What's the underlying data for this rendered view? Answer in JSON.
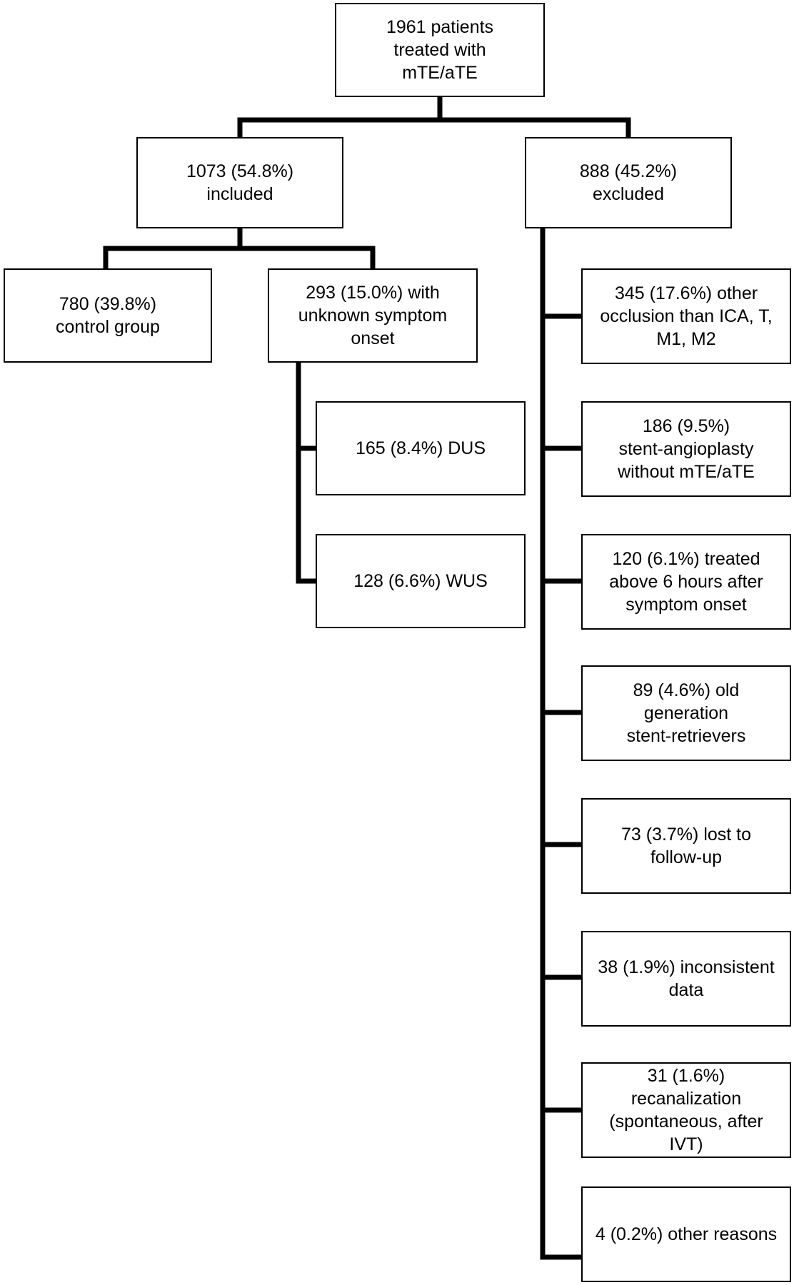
{
  "flowchart": {
    "root": "1961 patients\ntreated with\nmTE/aTE",
    "included": "1073 (54.8%)\nincluded",
    "excluded": "888 (45.2%)\nexcluded",
    "control_group": "780 (39.8%)\ncontrol group",
    "unknown_onset": "293 (15.0%) with\nunknown symptom\nonset",
    "dus": "165 (8.4%) DUS",
    "wus": "128 (6.6%) WUS",
    "exclusion_reasons": [
      "345 (17.6%) other\nocclusion than ICA, T,\nM1, M2",
      "186 (9.5%)\nstent-angioplasty\nwithout mTE/aTE",
      "120 (6.1%) treated\nabove 6 hours after\nsymptom onset",
      "89 (4.6%) old\ngeneration\nstent-retrievers",
      "73 (3.7%) lost to\nfollow-up",
      "38 (1.9%) inconsistent\ndata",
      "31 (1.6%)\nrecanalization\n(spontaneous, after\nIVT)",
      "4 (0.2%) other reasons"
    ]
  }
}
